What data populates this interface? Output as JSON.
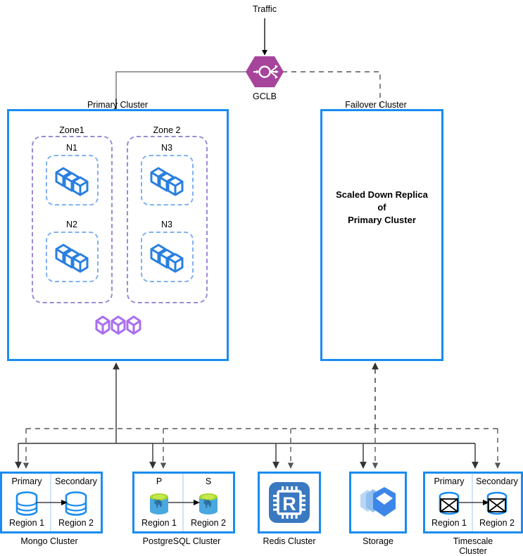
{
  "diagram": {
    "title_traffic": "Traffic",
    "gclb": {
      "label": "GCLB",
      "icon": "load-balancer-icon",
      "color": "#a6449c"
    }
  },
  "primary_cluster": {
    "label": "Primary Cluster",
    "border_color": "#1a8cf0",
    "zones": [
      {
        "label": "Zone1",
        "nodes": [
          {
            "label": "N1",
            "icon": "cube-stack-icon"
          },
          {
            "label": "N2",
            "icon": "cube-stack-icon"
          }
        ]
      },
      {
        "label": "Zone 2",
        "nodes": [
          {
            "label": "N3",
            "icon": "cube-stack-icon"
          },
          {
            "label": "N3",
            "icon": "cube-stack-icon"
          }
        ]
      }
    ],
    "footer_icon": {
      "name": "purple-cube-stack-icon",
      "color": "#a96ef0",
      "count": 3
    }
  },
  "failover_cluster": {
    "label": "Failover Cluster",
    "body_line1": "Scaled Down Replica",
    "body_line2": "of",
    "body_line3": "Primary Cluster",
    "border_color": "#1a8cf0"
  },
  "datastores": [
    {
      "name": "Mongo Cluster",
      "type": "replicated",
      "left": {
        "title": "Primary",
        "region": "Region 1",
        "icon": "mongo-cylinder-icon"
      },
      "right": {
        "title": "Secondary",
        "region": "Region 2",
        "icon": "mongo-cylinder-icon"
      }
    },
    {
      "name": "PostgreSQL Cluster",
      "type": "replicated",
      "left": {
        "title": "P",
        "region": "Region 1",
        "icon": "postgres-elephant-icon"
      },
      "right": {
        "title": "S",
        "region": "Region 2",
        "icon": "postgres-elephant-icon"
      }
    },
    {
      "name": "Redis Cluster",
      "type": "single",
      "icon": "redis-chip-icon"
    },
    {
      "name": "Storage",
      "type": "single",
      "icon": "storage-cube-icon"
    },
    {
      "name": "Timescale Cluster",
      "type": "replicated",
      "left": {
        "title": "Primary",
        "region": "Region 1",
        "icon": "timescale-cylinder-icon"
      },
      "right": {
        "title": "Secondary",
        "region": "Region 2",
        "icon": "timescale-cylinder-icon"
      }
    }
  ],
  "legend": {
    "solid_line_meaning": "primary-traffic-path",
    "dashed_line_meaning": "failover-traffic-path"
  }
}
